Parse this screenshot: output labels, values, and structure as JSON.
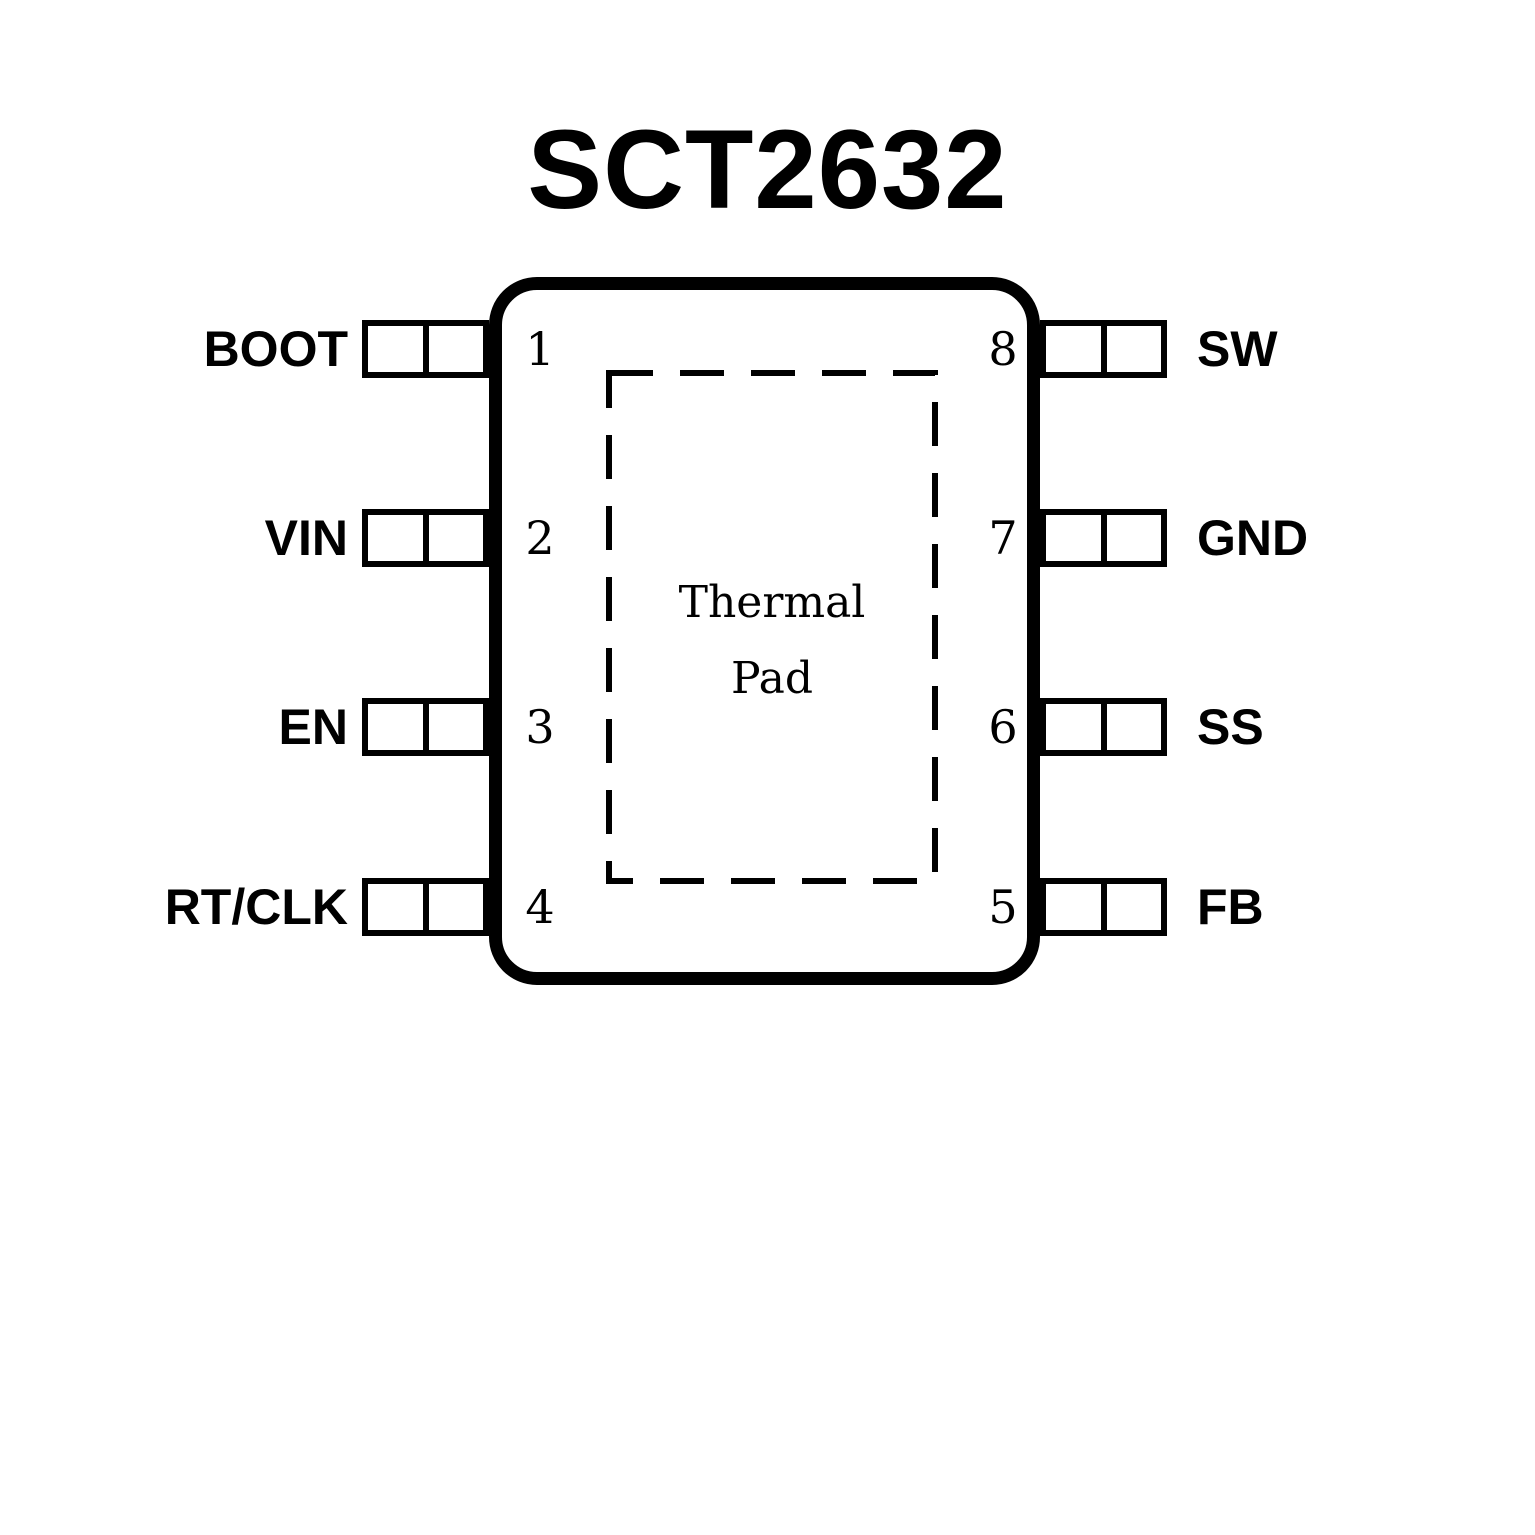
{
  "title": "SCT2632",
  "thermal_pad": {
    "line1": "Thermal",
    "line2": "Pad"
  },
  "pins": {
    "left": [
      {
        "number": "1",
        "label": "BOOT"
      },
      {
        "number": "2",
        "label": "VIN"
      },
      {
        "number": "3",
        "label": "EN"
      },
      {
        "number": "4",
        "label": "RT/CLK"
      }
    ],
    "right": [
      {
        "number": "8",
        "label": "SW"
      },
      {
        "number": "7",
        "label": "GND"
      },
      {
        "number": "6",
        "label": "SS"
      },
      {
        "number": "5",
        "label": "FB"
      }
    ]
  },
  "colors": {
    "line": "#000000",
    "background": "#ffffff"
  }
}
